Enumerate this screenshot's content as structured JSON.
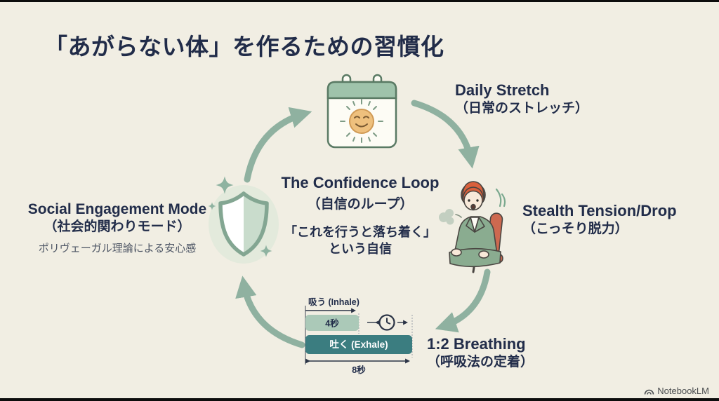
{
  "title": "「あがらない体」を作るための習慣化",
  "watermark": "NotebookLM",
  "center": {
    "title_en": "The Confidence Loop",
    "title_ja": "（自信のループ）",
    "belief_line1": "「これを行うと落ち着く」",
    "belief_line2": "という自信"
  },
  "steps": {
    "daily_stretch": {
      "en": "Daily Stretch",
      "ja": "（日常のストレッチ）"
    },
    "stealth_drop": {
      "en": "Stealth Tension/Drop",
      "ja": "（こっそり脱力）"
    },
    "breathing": {
      "en": "1:2 Breathing",
      "ja": "（呼吸法の定着）"
    },
    "social_engagement": {
      "en": "Social Engagement Mode",
      "ja": "（社会的関わりモード）",
      "note": "ポリヴェーガル理論による安心感"
    }
  },
  "breathing_diagram": {
    "inhale_label": "吸う (Inhale)",
    "inhale_seconds": "4秒",
    "exhale_label": "吐く (Exhale)",
    "total_seconds": "8秒"
  },
  "icons": {
    "calendar": "calendar-with-smiling-sun",
    "shield": "shield-with-sparkles",
    "person": "seated-person-exhaling",
    "clock": "clock",
    "logo": "notebooklm-logo"
  },
  "colors": {
    "background": "#f1eee3",
    "text_navy": "#222d4a",
    "arrow_green": "#8fb1a0",
    "inhale_bar": "#abc9b8",
    "exhale_bar": "#3b7d80",
    "note_gray": "#4d5564"
  }
}
